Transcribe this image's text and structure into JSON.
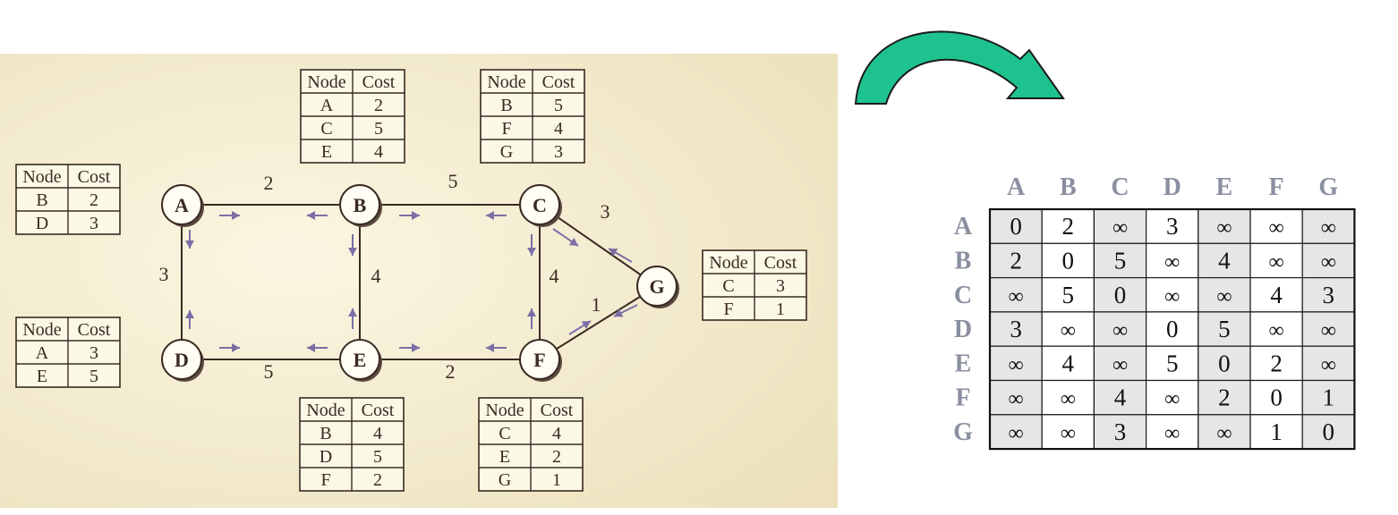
{
  "network": {
    "nodes": [
      {
        "id": "A"
      },
      {
        "id": "B"
      },
      {
        "id": "C"
      },
      {
        "id": "D"
      },
      {
        "id": "E"
      },
      {
        "id": "F"
      },
      {
        "id": "G"
      }
    ],
    "links": [
      {
        "from": "A",
        "to": "B",
        "cost": "2"
      },
      {
        "from": "B",
        "to": "C",
        "cost": "5"
      },
      {
        "from": "C",
        "to": "G",
        "cost": "3"
      },
      {
        "from": "A",
        "to": "D",
        "cost": "3"
      },
      {
        "from": "B",
        "to": "E",
        "cost": "4"
      },
      {
        "from": "C",
        "to": "F",
        "cost": "4"
      },
      {
        "from": "G",
        "to": "F",
        "cost": "1"
      },
      {
        "from": "D",
        "to": "E",
        "cost": "5"
      },
      {
        "from": "E",
        "to": "F",
        "cost": "2"
      }
    ],
    "tables": {
      "A": {
        "header": [
          "Node",
          "Cost"
        ],
        "rows": [
          [
            "B",
            "2"
          ],
          [
            "D",
            "3"
          ]
        ]
      },
      "B": {
        "header": [
          "Node",
          "Cost"
        ],
        "rows": [
          [
            "A",
            "2"
          ],
          [
            "C",
            "5"
          ],
          [
            "E",
            "4"
          ]
        ]
      },
      "C": {
        "header": [
          "Node",
          "Cost"
        ],
        "rows": [
          [
            "B",
            "5"
          ],
          [
            "F",
            "4"
          ],
          [
            "G",
            "3"
          ]
        ]
      },
      "D": {
        "header": [
          "Node",
          "Cost"
        ],
        "rows": [
          [
            "A",
            "3"
          ],
          [
            "E",
            "5"
          ]
        ]
      },
      "E": {
        "header": [
          "Node",
          "Cost"
        ],
        "rows": [
          [
            "B",
            "4"
          ],
          [
            "D",
            "5"
          ],
          [
            "F",
            "2"
          ]
        ]
      },
      "F": {
        "header": [
          "Node",
          "Cost"
        ],
        "rows": [
          [
            "C",
            "4"
          ],
          [
            "E",
            "2"
          ],
          [
            "G",
            "1"
          ]
        ]
      },
      "G": {
        "header": [
          "Node",
          "Cost"
        ],
        "rows": [
          [
            "C",
            "3"
          ],
          [
            "F",
            "1"
          ]
        ]
      }
    }
  },
  "matrix": {
    "col_headers": [
      "A",
      "B",
      "C",
      "D",
      "E",
      "F",
      "G"
    ],
    "row_headers": [
      "A",
      "B",
      "C",
      "D",
      "E",
      "F",
      "G"
    ],
    "cells": [
      [
        "0",
        "2",
        "∞",
        "3",
        "∞",
        "∞",
        "∞"
      ],
      [
        "2",
        "0",
        "5",
        "∞",
        "4",
        "∞",
        "∞"
      ],
      [
        "∞",
        "5",
        "0",
        "∞",
        "∞",
        "4",
        "3"
      ],
      [
        "3",
        "∞",
        "∞",
        "0",
        "5",
        "∞",
        "∞"
      ],
      [
        "∞",
        "4",
        "∞",
        "5",
        "0",
        "2",
        "∞"
      ],
      [
        "∞",
        "∞",
        "4",
        "∞",
        "2",
        "0",
        "1"
      ],
      [
        "∞",
        "∞",
        "3",
        "∞",
        "∞",
        "1",
        "0"
      ]
    ]
  },
  "colors": {
    "paper": "#f7f1d6",
    "ink": "#3a2a22",
    "arrow_marks": "#7b6fa6",
    "curved_arrow_fill": "#1ec28e",
    "matrix_header": "#8a8fa0",
    "matrix_shade": "#e6e6e6"
  }
}
